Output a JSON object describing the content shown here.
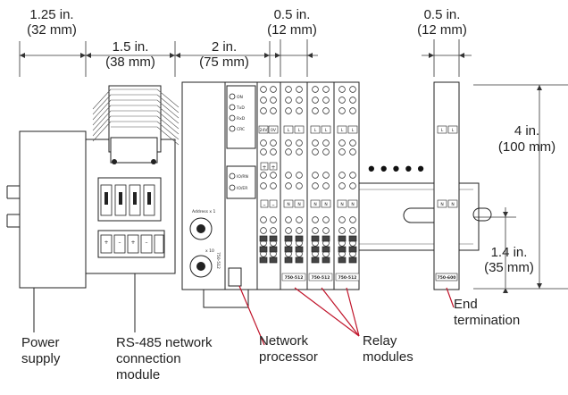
{
  "dimensions": {
    "power_supply": {
      "inches": "1.25 in.",
      "mm": "(32 mm)"
    },
    "rs485": {
      "inches": "1.5 in.",
      "mm": "(38 mm)"
    },
    "processor": {
      "inches": "2 in.",
      "mm": "(75 mm)"
    },
    "relay": {
      "inches": "0.5 in.",
      "mm": "(12 mm)"
    },
    "end": {
      "inches": "0.5 in.",
      "mm": "(12 mm)"
    },
    "height": {
      "inches": "4 in.",
      "mm": "(100 mm)"
    },
    "rail": {
      "inches": "1.4 in.",
      "mm": "(35 mm)"
    }
  },
  "callouts": {
    "power_supply": [
      "Power",
      "supply"
    ],
    "rs485": [
      "RS-485 network",
      "connection",
      "module"
    ],
    "processor": [
      "Network",
      "processor"
    ],
    "relays": [
      "Relay",
      "modules"
    ],
    "end": [
      "End",
      "termination"
    ]
  },
  "processor_leds": [
    "ON",
    "TxD",
    "RxD",
    "CRC",
    "IO/RN",
    "IO/ER"
  ],
  "address_labels": [
    "Address  x 1",
    "x 10"
  ],
  "processor_model": "750-512",
  "relay_tags": {
    "top_row": [
      "24V",
      "0V",
      "L",
      "L",
      "L",
      "L",
      "L",
      "L"
    ],
    "middle_row": [
      "N",
      "N",
      "N",
      "N",
      "N",
      "N"
    ],
    "end_row": [
      "L",
      "L",
      "N",
      "N"
    ],
    "plus": "+",
    "minus": "–"
  },
  "module_models": [
    "750-512",
    "750-512",
    "750-512",
    "750-600"
  ],
  "rs485_terminals": [
    "+",
    "–",
    "+",
    "–"
  ],
  "continuation": "• • • • •"
}
